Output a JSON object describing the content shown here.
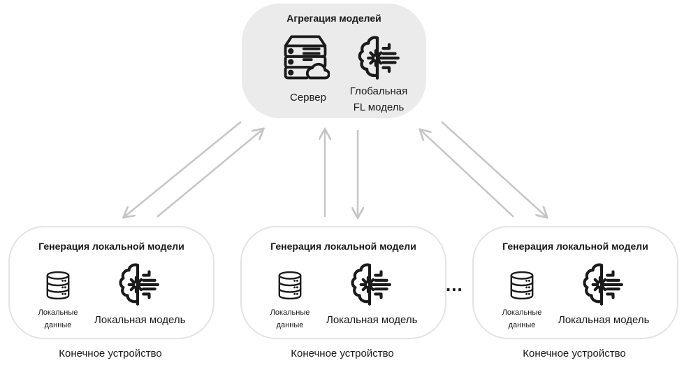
{
  "aggregation": {
    "title": "Агрегация моделей",
    "server_label": "Сервер",
    "global_model_label_line1": "Глобальная",
    "global_model_label_line2": "FL модель"
  },
  "devices": [
    {
      "title": "Генерация локальной модели",
      "data_label_line1": "Локальные",
      "data_label_line2": "данные",
      "model_label": "Локальная модель",
      "caption": "Конечное устройство"
    },
    {
      "title": "Генерация локальной модели",
      "data_label_line1": "Локальные",
      "data_label_line2": "данные",
      "model_label": "Локальная модель",
      "caption": "Конечное устройство"
    },
    {
      "title": "Генерация локальной модели",
      "data_label_line1": "Локальные",
      "data_label_line2": "данные",
      "model_label": "Локальная модель",
      "caption": "Конечное устройство"
    }
  ],
  "ellipsis": "...",
  "colors": {
    "top_fill": "#ebebeb",
    "border": "#e3e3e3",
    "arrow": "#c6c6c6",
    "ink": "#1a1a1a"
  }
}
